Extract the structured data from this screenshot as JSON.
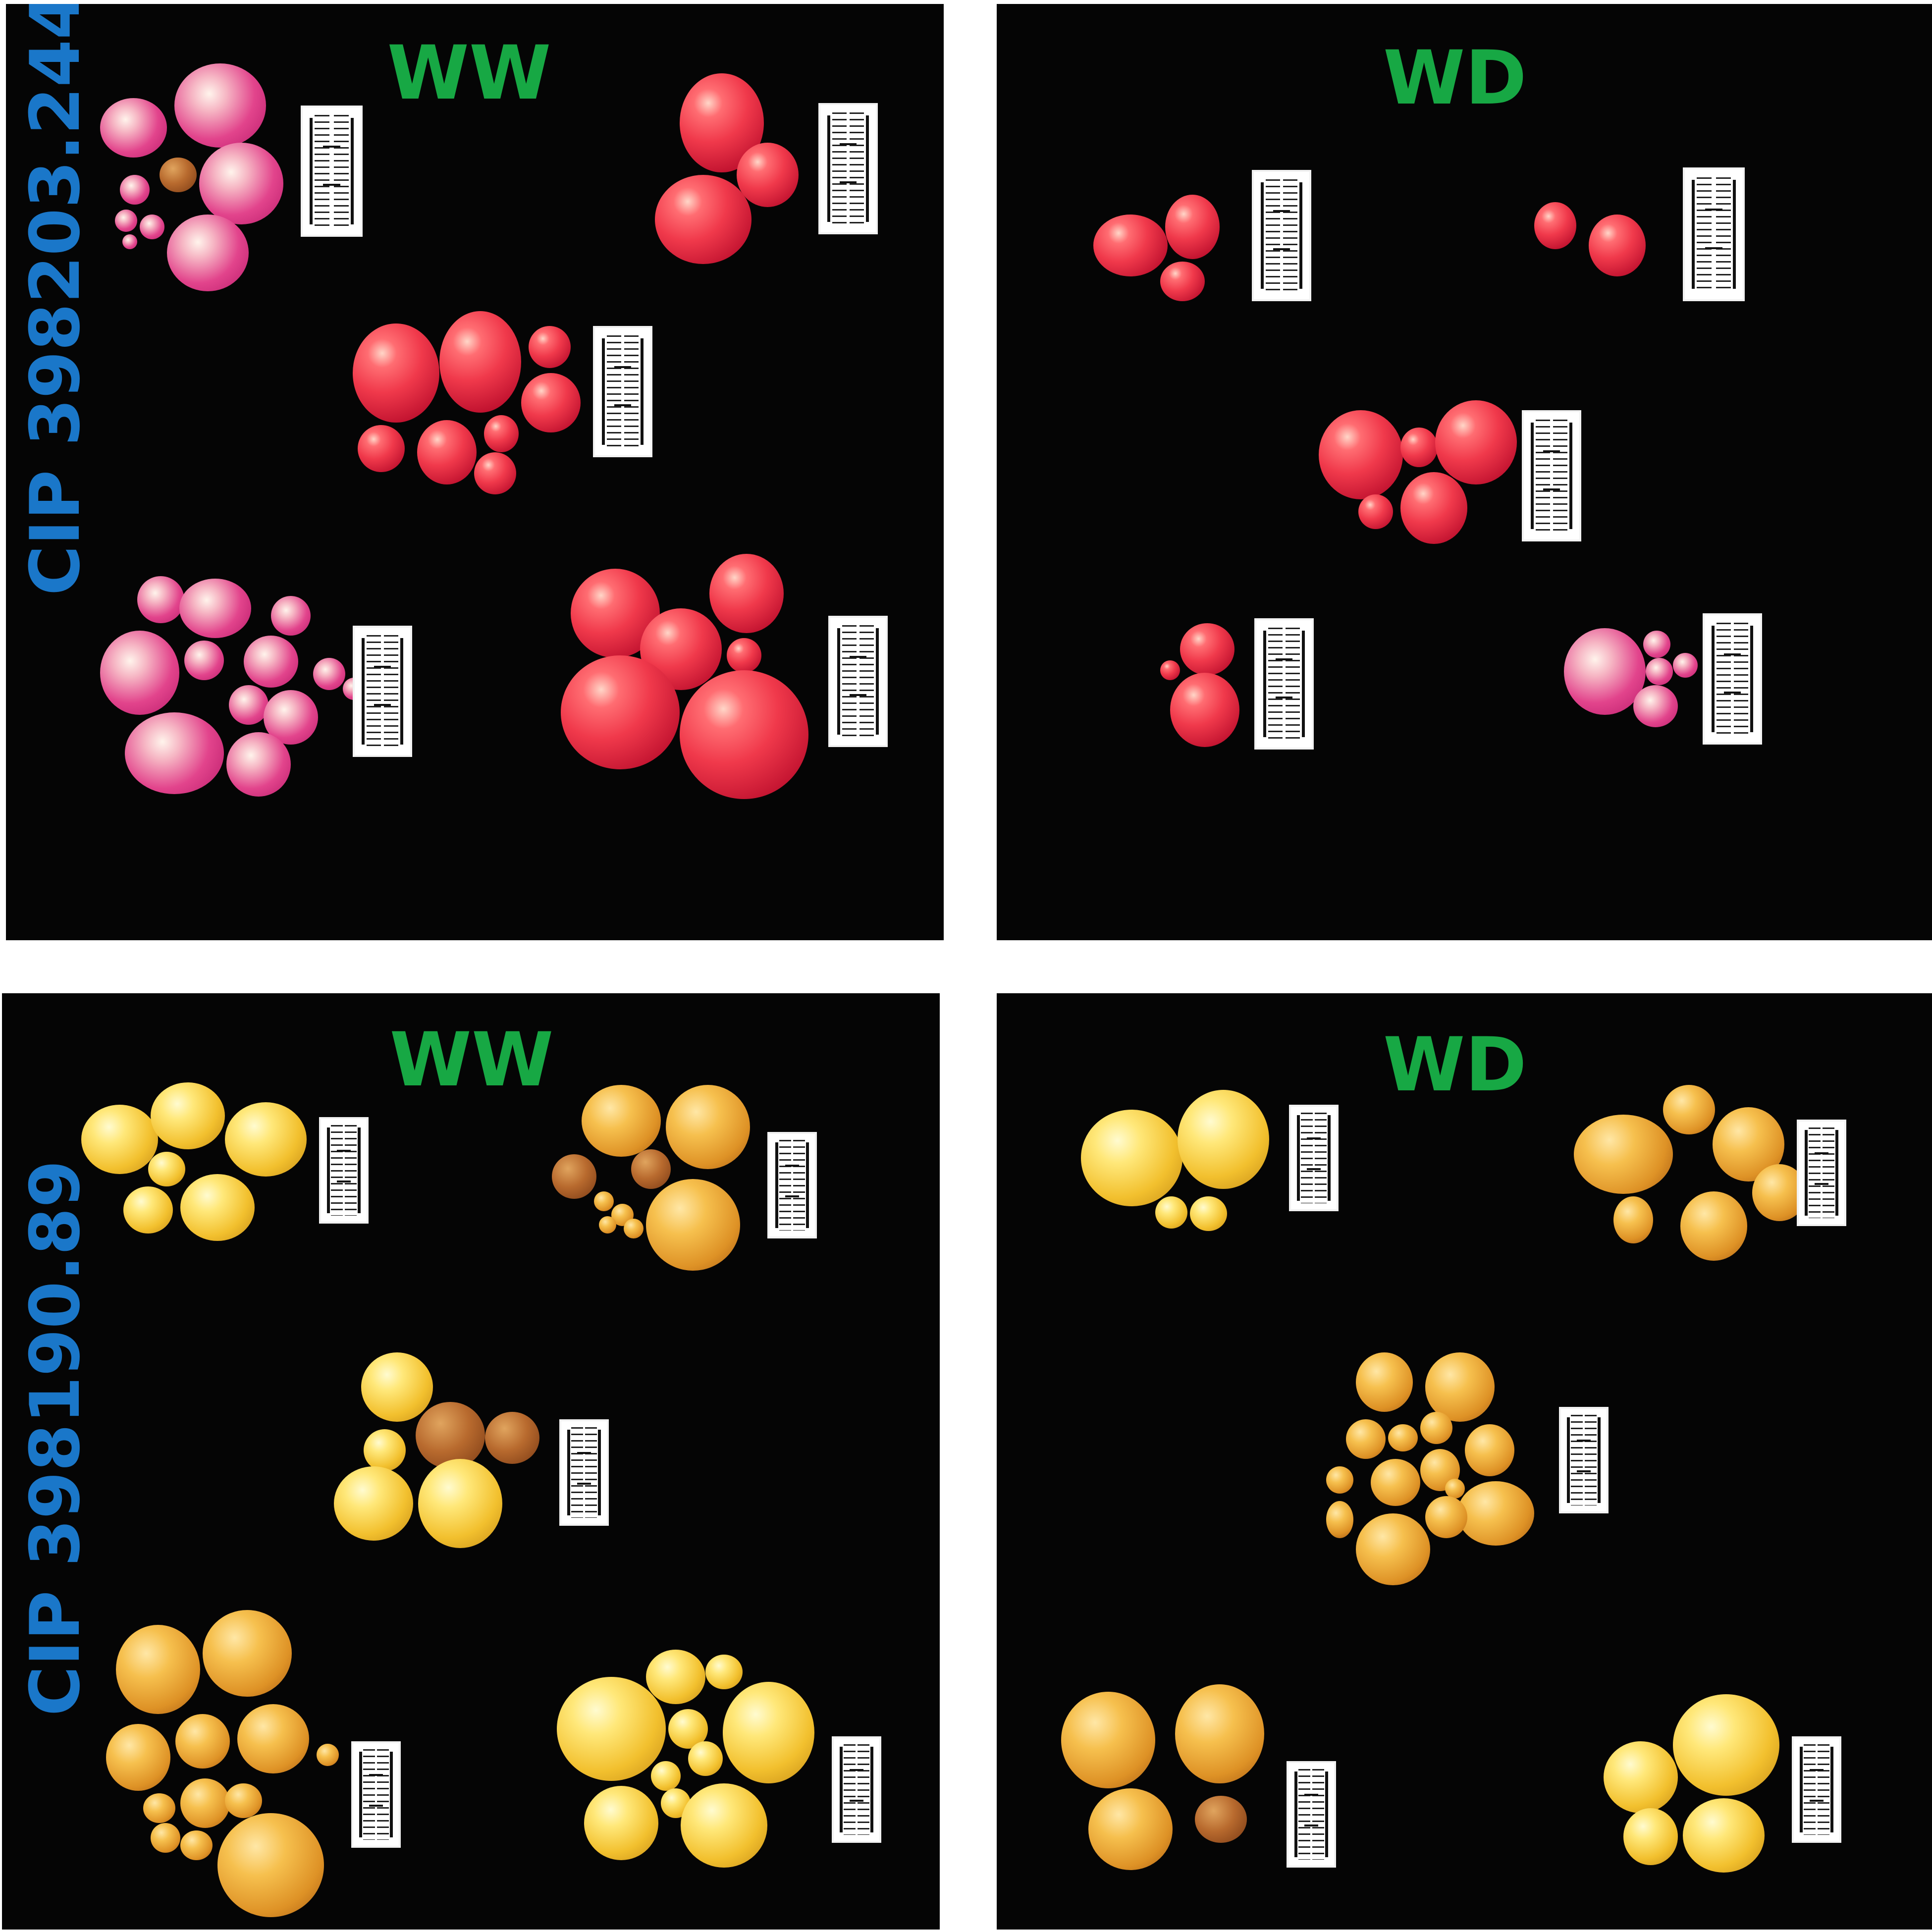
{
  "figure": {
    "rows": [
      {
        "genotype": "CIP 398203.244",
        "genotype_color": "#1a77c9",
        "skin": "red",
        "panels": [
          {
            "condition": "WW",
            "condition_color": "#17a844"
          },
          {
            "condition": "WD",
            "condition_color": "#17a844"
          }
        ]
      },
      {
        "genotype": "CIP 398190.89",
        "genotype_color": "#1a77c9",
        "skin": "yellow",
        "panels": [
          {
            "condition": "WW",
            "condition_color": "#17a844"
          },
          {
            "condition": "WD",
            "condition_color": "#17a844"
          }
        ]
      }
    ],
    "background_color": "#050505",
    "scale_bar_color": "#ffffff",
    "tuber_colors": {
      "red": "#e0303f",
      "yellow": "#f2c02e"
    }
  }
}
